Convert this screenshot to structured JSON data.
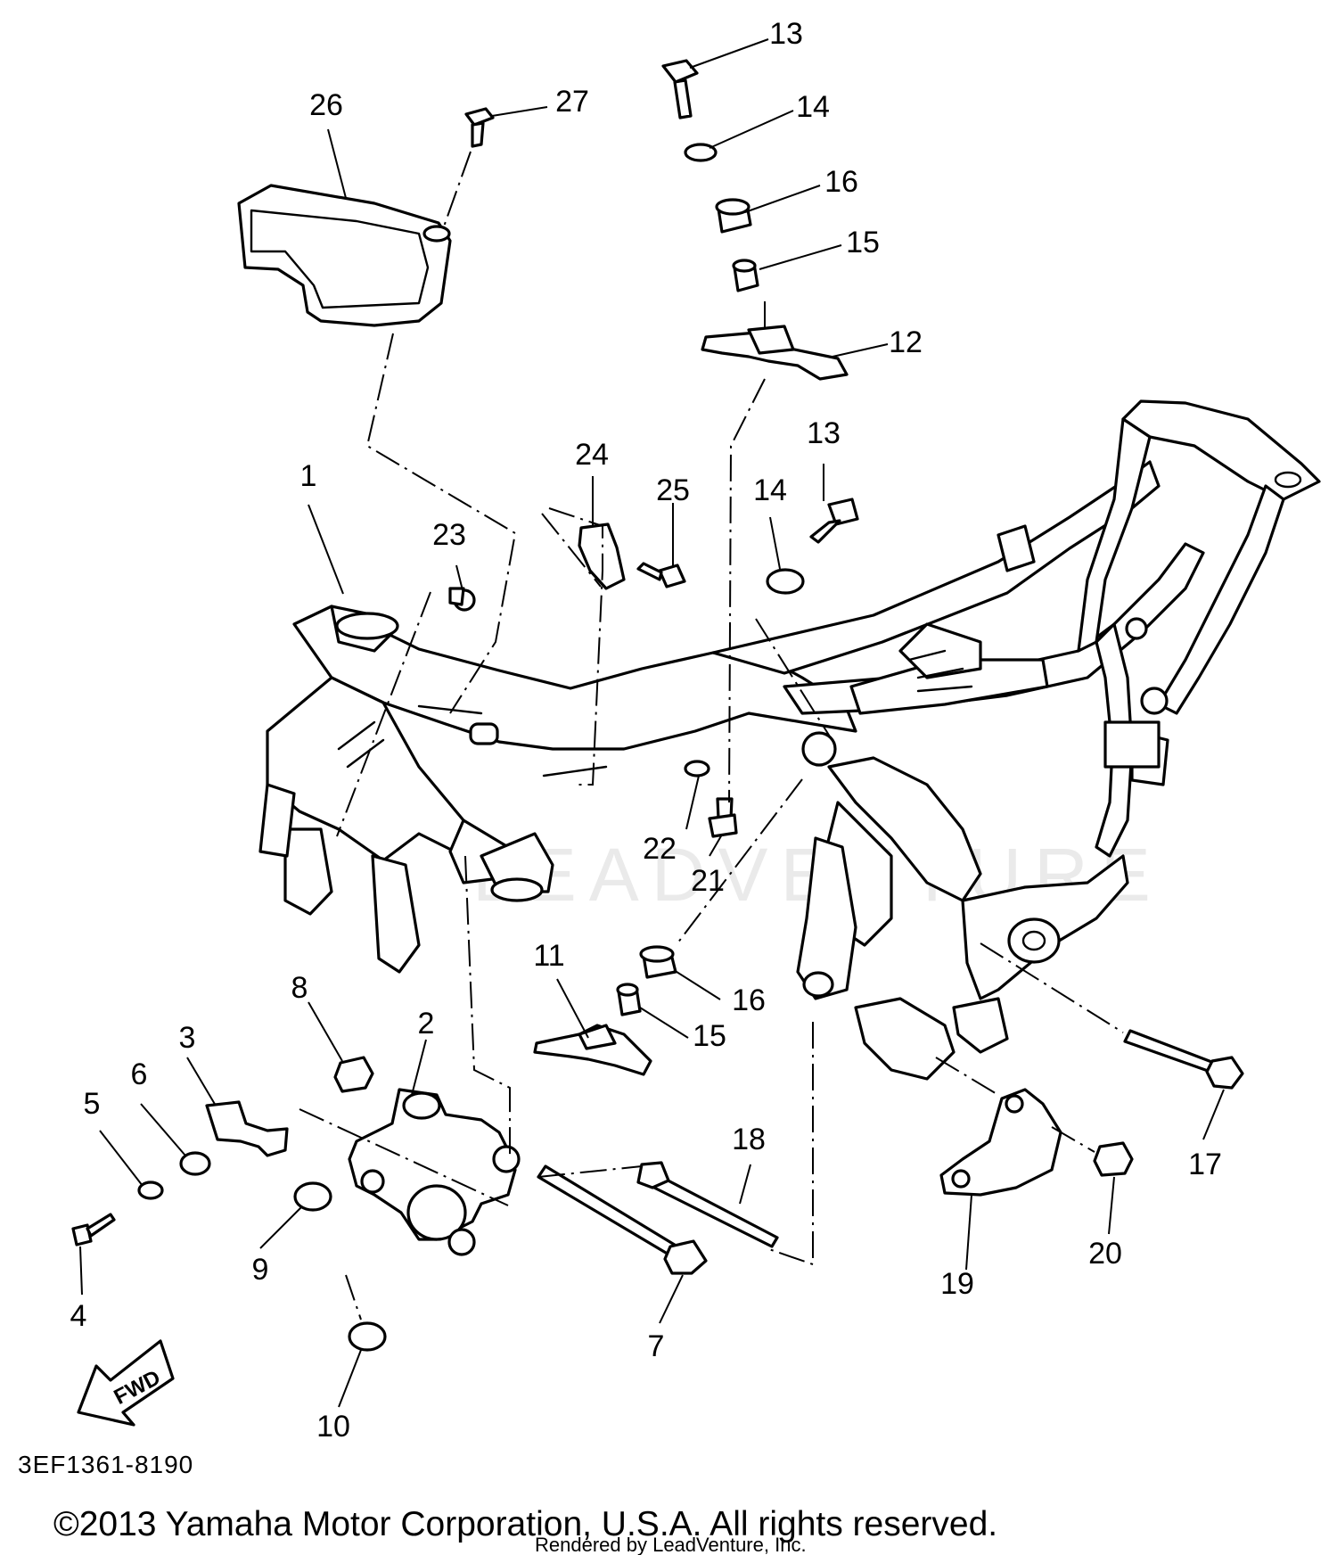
{
  "diagram": {
    "callouts": [
      {
        "id": "c1",
        "label": "1"
      },
      {
        "id": "c2",
        "label": "2"
      },
      {
        "id": "c3",
        "label": "3"
      },
      {
        "id": "c4",
        "label": "4"
      },
      {
        "id": "c5",
        "label": "5"
      },
      {
        "id": "c6",
        "label": "6"
      },
      {
        "id": "c7",
        "label": "7"
      },
      {
        "id": "c8",
        "label": "8"
      },
      {
        "id": "c9",
        "label": "9"
      },
      {
        "id": "c10",
        "label": "10"
      },
      {
        "id": "c11",
        "label": "11"
      },
      {
        "id": "c12",
        "label": "12"
      },
      {
        "id": "c13a",
        "label": "13"
      },
      {
        "id": "c13b",
        "label": "13"
      },
      {
        "id": "c14a",
        "label": "14"
      },
      {
        "id": "c14b",
        "label": "14"
      },
      {
        "id": "c15a",
        "label": "15"
      },
      {
        "id": "c15b",
        "label": "15"
      },
      {
        "id": "c16a",
        "label": "16"
      },
      {
        "id": "c16b",
        "label": "16"
      },
      {
        "id": "c17",
        "label": "17"
      },
      {
        "id": "c18",
        "label": "18"
      },
      {
        "id": "c19",
        "label": "19"
      },
      {
        "id": "c20",
        "label": "20"
      },
      {
        "id": "c21",
        "label": "21"
      },
      {
        "id": "c22",
        "label": "22"
      },
      {
        "id": "c23",
        "label": "23"
      },
      {
        "id": "c24",
        "label": "24"
      },
      {
        "id": "c25",
        "label": "25"
      },
      {
        "id": "c26",
        "label": "26"
      },
      {
        "id": "c27",
        "label": "27"
      }
    ],
    "fwd_label": "FWD",
    "drawing_code": "3EF1361-8190",
    "watermark": "LEADVENTURE"
  },
  "footer": {
    "copyright": "©2013 Yamaha Motor Corporation, U.S.A. All rights reserved.",
    "rendered_by": "Rendered by LeadVenture, Inc."
  }
}
